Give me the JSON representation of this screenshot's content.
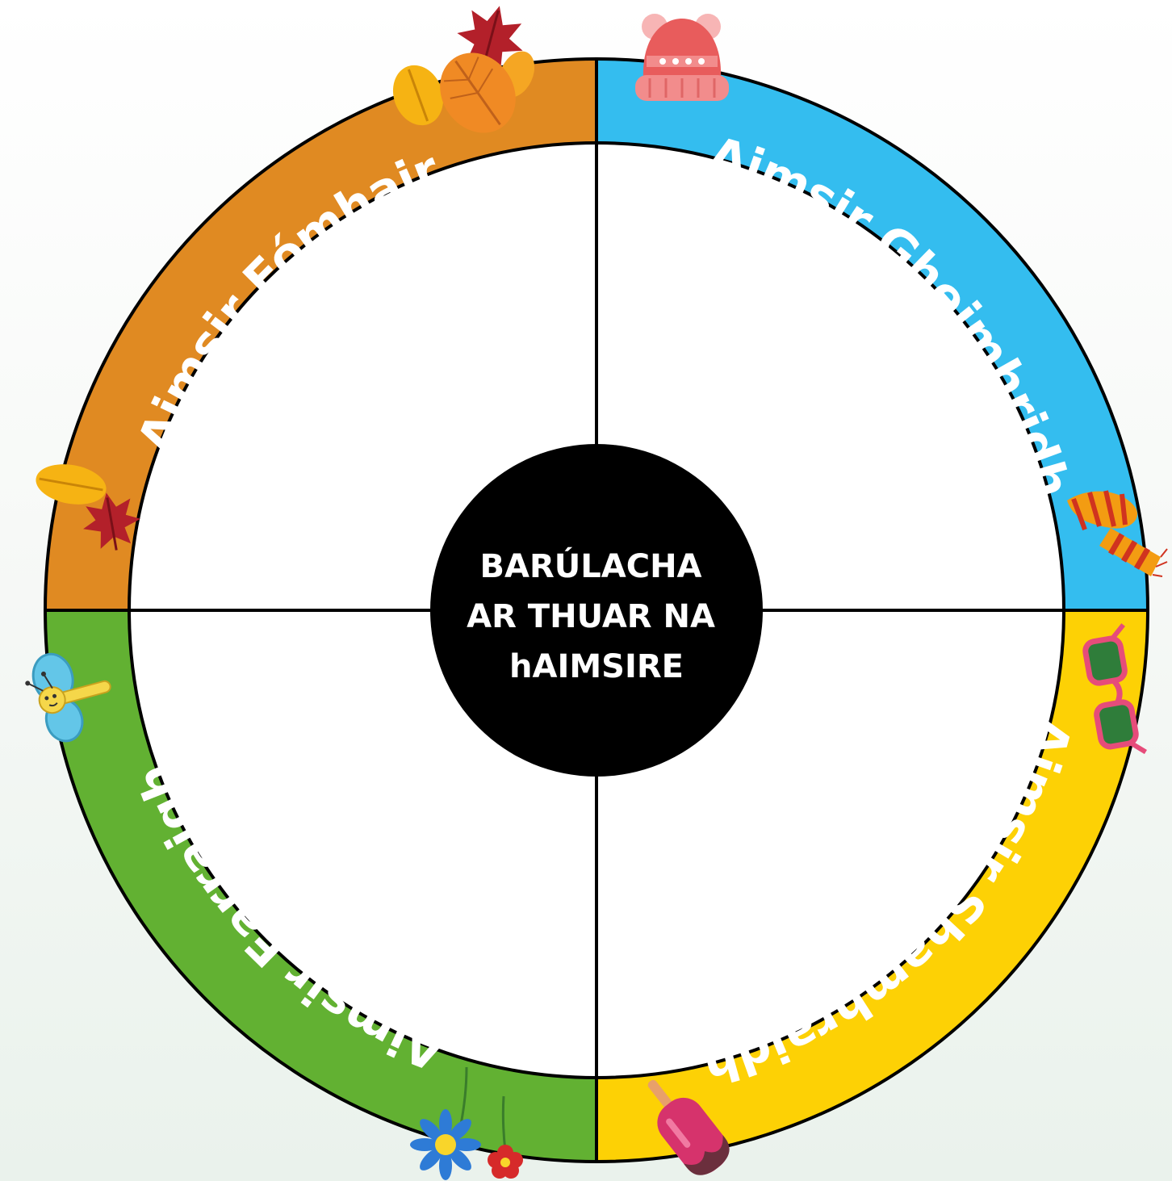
{
  "diagram": {
    "center_label_lines": [
      "BARÚLACHA",
      "AR THUAR NA",
      "hAIMSIRE"
    ],
    "seasons": [
      {
        "id": "winter",
        "label": "Aimsir Gheimhridh",
        "color": "#34BDEF",
        "icons": [
          "wool-hat-icon",
          "striped-scarf-icon"
        ]
      },
      {
        "id": "summer",
        "label": "Aimsir Shamhraidh",
        "color": "#FDD105",
        "icons": [
          "sunglasses-icon",
          "ice-lolly-icon"
        ]
      },
      {
        "id": "spring",
        "label": "Aimsir Earraigh",
        "color": "#62B132",
        "icons": [
          "butterfly-icon",
          "blue-flower-icon",
          "red-flower-icon"
        ]
      },
      {
        "id": "autumn",
        "label": "Aimsir Fómhair",
        "color": "#E08A22",
        "icons": [
          "autumn-leaves-icon"
        ]
      }
    ],
    "colors": {
      "outline": "#000000",
      "center_fill": "#000000",
      "quadrant_fill": "#ffffff"
    }
  }
}
